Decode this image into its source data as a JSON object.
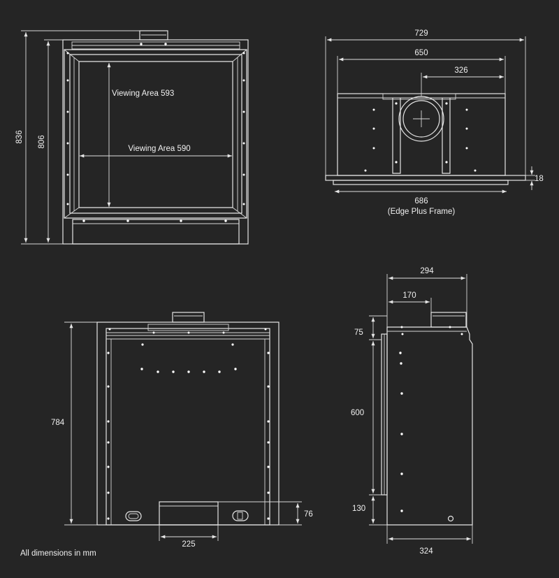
{
  "front_view": {
    "height_overall": "836",
    "height_inner": "806",
    "viewing_height": "Viewing Area 593",
    "viewing_width": "Viewing Area 590"
  },
  "top_view": {
    "width_overall": "729",
    "width_body": "650",
    "flue_offset": "326",
    "frame_depth": "18",
    "frame_width": "686",
    "frame_note": "(Edge Plus Frame)"
  },
  "rear_view": {
    "height": "784",
    "vent_width": "225",
    "vent_height": "76"
  },
  "side_view": {
    "depth_top": "294",
    "flue_depth": "170",
    "top_offset": "75",
    "glass_height": "600",
    "bottom_offset": "130",
    "depth_bottom": "324"
  },
  "note": "All dimensions in mm"
}
